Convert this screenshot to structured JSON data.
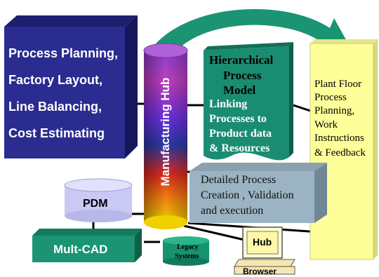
{
  "planning_box": {
    "lines": [
      "Process Planning,",
      "Factory Layout,",
      "Line Balancing,",
      "Cost Estimating"
    ],
    "color": "#2a2c8f"
  },
  "hub": {
    "label": "Manufacturing Hub"
  },
  "hierarchical_model": {
    "title_lines": [
      "Hierarchical",
      "Process",
      "Model"
    ],
    "detail_lines": [
      "Linking",
      "Processes to",
      "Product data",
      "& Resources"
    ],
    "color": "#1a8c72"
  },
  "plant_floor": {
    "lines": [
      "Plant Floor",
      "Process",
      "Planning,",
      "Work",
      "Instructions",
      "& Feedback"
    ],
    "color": "#ffff99"
  },
  "detailed_process": {
    "lines": [
      "Detailed Process",
      "Creation , Validation",
      "and execution"
    ],
    "color": "#9bb3c2"
  },
  "pdm": {
    "label": "PDM"
  },
  "mult_cad": {
    "label": "Mult-CAD"
  },
  "legacy": {
    "lines": [
      "Legacy",
      "Systems"
    ]
  },
  "hub_browser": {
    "screen_label": "Hub",
    "base_label": "Browser"
  }
}
